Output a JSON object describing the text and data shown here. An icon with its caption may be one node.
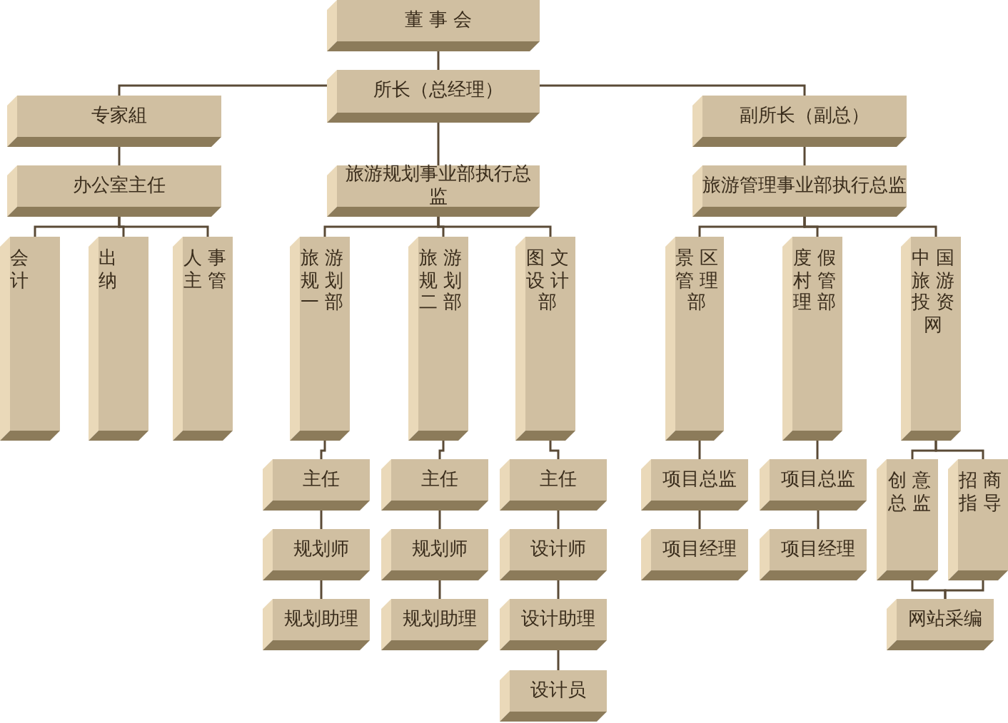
{
  "diagram": {
    "nodes": [
      {
        "text": [
          "董 事 会"
        ]
      },
      {
        "text": [
          "所长（总经理）"
        ]
      },
      {
        "text": [
          "专家組"
        ]
      },
      {
        "text": [
          "副所长（副总）"
        ]
      },
      {
        "text": [
          "办公室主任"
        ]
      },
      {
        "text": [
          "旅游规划事业部执行总监"
        ]
      },
      {
        "text": [
          "旅游管理事业部执行总监"
        ]
      },
      {
        "text": [
          "会计"
        ]
      },
      {
        "text": [
          "出纳"
        ]
      },
      {
        "text": [
          "人事主管"
        ]
      },
      {
        "text": [
          "旅游规划一部"
        ]
      },
      {
        "text": [
          "旅游规划二部"
        ]
      },
      {
        "text": [
          "图文设计部"
        ]
      },
      {
        "text": [
          "景区管理部"
        ]
      },
      {
        "text": [
          "度假村管理部"
        ]
      },
      {
        "text": [
          "中国旅游投资网"
        ]
      },
      {
        "text": [
          "主任"
        ]
      },
      {
        "text": [
          "规划师"
        ]
      },
      {
        "text": [
          "规划助理"
        ]
      },
      {
        "text": [
          "主任"
        ]
      },
      {
        "text": [
          "规划师"
        ]
      },
      {
        "text": [
          "规划助理"
        ]
      },
      {
        "text": [
          "主任"
        ]
      },
      {
        "text": [
          "设计师"
        ]
      },
      {
        "text": [
          "设计助理"
        ]
      },
      {
        "text": [
          "设计员"
        ]
      },
      {
        "text": [
          "项目总监"
        ]
      },
      {
        "text": [
          "项目经理"
        ]
      },
      {
        "text": [
          "项目总监"
        ]
      },
      {
        "text": [
          "项目经理"
        ]
      },
      {
        "text": [
          "创意总监"
        ]
      },
      {
        "text": [
          "招商指导"
        ]
      },
      {
        "text": [
          "网站采编"
        ]
      }
    ],
    "edges": [
      {
        "from": 0,
        "to": 1,
        "arrow": "none"
      },
      {
        "from": 1,
        "to": 2,
        "arrow": "none"
      },
      {
        "from": 1,
        "to": 3,
        "arrow": "none"
      },
      {
        "from": 1,
        "to": 5,
        "arrow": "none"
      },
      {
        "from": 2,
        "to": 4,
        "arrow": "none"
      },
      {
        "from": 3,
        "to": 6,
        "arrow": "none"
      },
      {
        "from": 4,
        "to": 7,
        "arrow": "none"
      },
      {
        "from": 4,
        "to": 8,
        "arrow": "none"
      },
      {
        "from": 4,
        "to": 9,
        "arrow": "none"
      },
      {
        "from": 5,
        "to": 10,
        "arrow": "none"
      },
      {
        "from": 5,
        "to": 11,
        "arrow": "none"
      },
      {
        "from": 5,
        "to": 12,
        "arrow": "none"
      },
      {
        "from": 6,
        "to": 13,
        "arrow": "none"
      },
      {
        "from": 6,
        "to": 14,
        "arrow": "none"
      },
      {
        "from": 6,
        "to": 15,
        "arrow": "none"
      },
      {
        "from": 10,
        "to": 16,
        "arrow": "none"
      },
      {
        "from": 16,
        "to": 17,
        "arrow": "none"
      },
      {
        "from": 17,
        "to": 18,
        "arrow": "none"
      },
      {
        "from": 11,
        "to": 19,
        "arrow": "none"
      },
      {
        "from": 19,
        "to": 20,
        "arrow": "none"
      },
      {
        "from": 20,
        "to": 21,
        "arrow": "none"
      },
      {
        "from": 12,
        "to": 22,
        "arrow": "none"
      },
      {
        "from": 22,
        "to": 23,
        "arrow": "none"
      },
      {
        "from": 23,
        "to": 24,
        "arrow": "none"
      },
      {
        "from": 24,
        "to": 25,
        "arrow": "none"
      },
      {
        "from": 13,
        "to": 26,
        "arrow": "none"
      },
      {
        "from": 26,
        "to": 27,
        "arrow": "none"
      },
      {
        "from": 14,
        "to": 28,
        "arrow": "none"
      },
      {
        "from": 28,
        "to": 29,
        "arrow": "none"
      },
      {
        "from": 15,
        "to": 30,
        "arrow": "none"
      },
      {
        "from": 15,
        "to": 31,
        "arrow": "none"
      },
      {
        "from": 30,
        "to": 32,
        "arrow": "none"
      },
      {
        "from": 31,
        "to": 32,
        "arrow": "none"
      }
    ]
  }
}
